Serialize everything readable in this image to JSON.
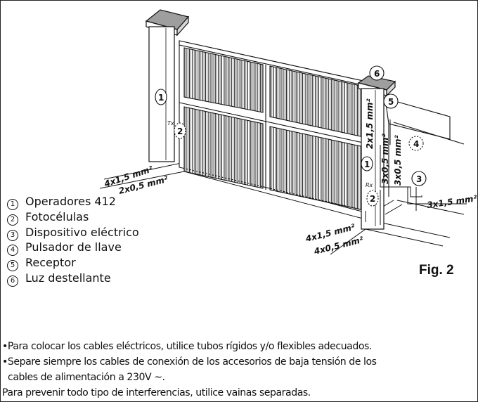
{
  "figure": {
    "title": "Fig. 2"
  },
  "labels": {
    "c4x15_left": "4x1,5 mm²",
    "c2x05_left": "2x0,5 mm²",
    "tx": "Tx",
    "rx": "Rx",
    "c2x15_post": "2x1,5 mm²",
    "c3x05_a": "3x0,5 mm²",
    "c3x05_b": "3x0,5 mm²",
    "c3x15": "3x1,5 mm²",
    "c4x15_bottom": "4x1,5 mm²",
    "c4x05_bottom": "4x0,5 mm²"
  },
  "markers": [
    "1",
    "2",
    "3",
    "4",
    "5",
    "6"
  ],
  "legend": [
    {
      "num": "1",
      "text": "Operadores 412"
    },
    {
      "num": "2",
      "text": "Fotocélulas"
    },
    {
      "num": "3",
      "text": "Dispositivo eléctrico"
    },
    {
      "num": "4",
      "text": "Pulsador de llave"
    },
    {
      "num": "5",
      "text": "Receptor"
    },
    {
      "num": "6",
      "text": "Luz destellante"
    }
  ],
  "notes": [
    "•Para colocar los cables eléctricos, utilice tubos rígidos y/o flexibles adecuados.",
    "•Separe siempre los cables de conexión de los accesorios de baja tensión de los",
    "  cables de alimentación a 230V ~.",
    "Para prevenir todo tipo de interferencias, utilice vainas separadas."
  ]
}
